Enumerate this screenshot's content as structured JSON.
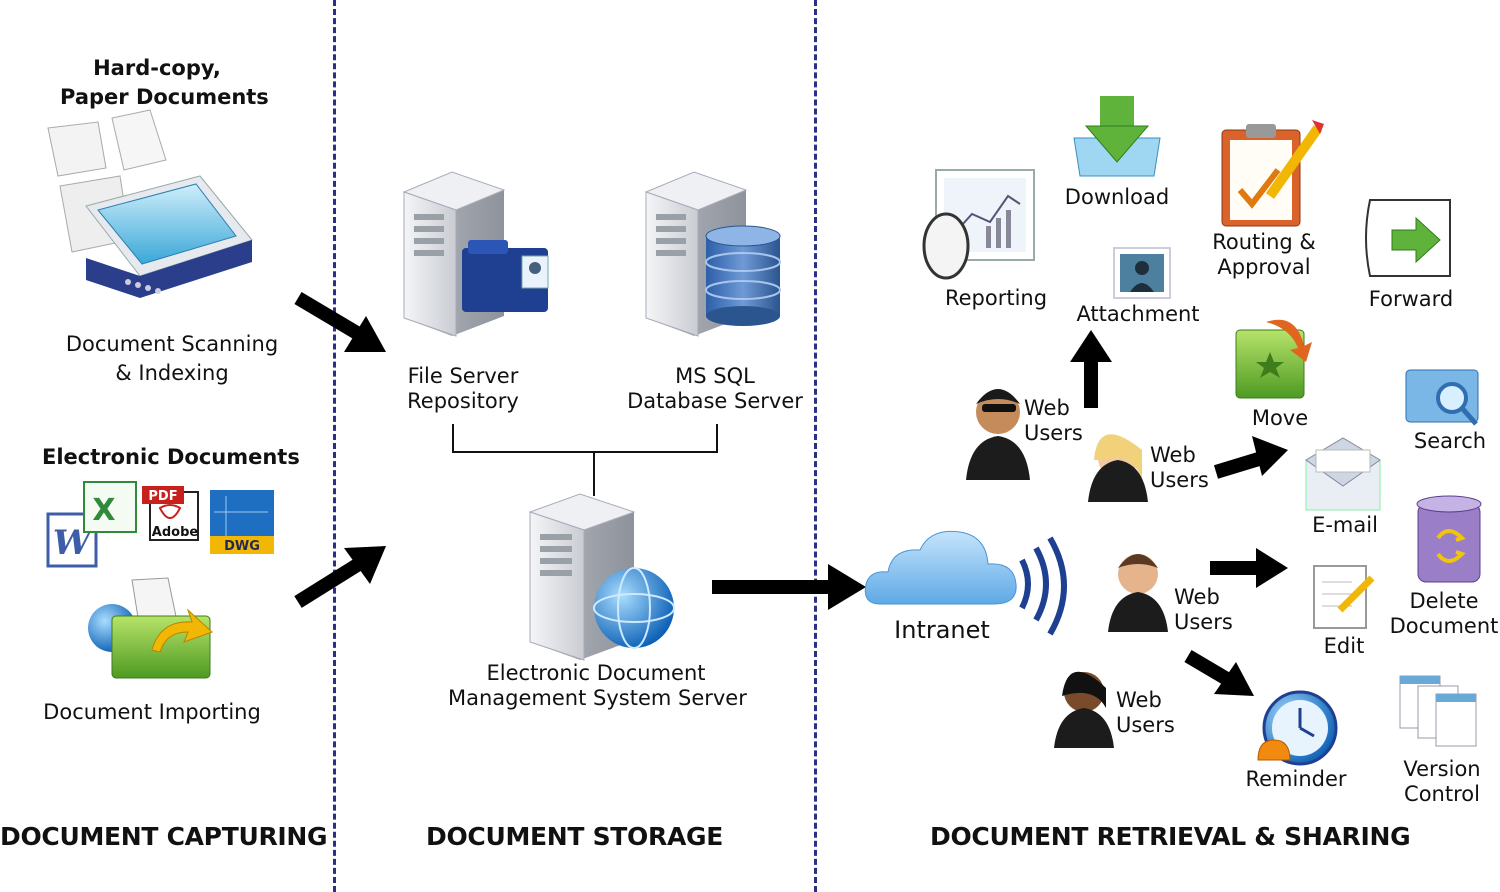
{
  "sections": {
    "capturing": "DOCUMENT CAPTURING",
    "storage": "DOCUMENT STORAGE",
    "retrieval": "DOCUMENT RETRIEVAL & SHARING"
  },
  "capturing": {
    "paper_title": [
      "Hard-copy,",
      "Paper Documents"
    ],
    "scanning": [
      "Document Scanning",
      "& Indexing"
    ],
    "electronic_title": "Electronic Documents",
    "file_badges": {
      "pdf": "PDF",
      "adobe": "Adobe",
      "dwg": "DWG",
      "word": "W",
      "excel": "X"
    },
    "importing": "Document Importing"
  },
  "storage": {
    "file_server": [
      "File Server",
      "Repository"
    ],
    "sql_server": [
      "MS SQL",
      "Database Server"
    ],
    "edms_server": [
      "Electronic Document",
      "Management System Server"
    ]
  },
  "retrieval": {
    "intranet": "Intranet",
    "web_users": [
      "Web",
      "Users"
    ],
    "features": {
      "download": "Download",
      "reporting": "Reporting",
      "routing": [
        "Routing &",
        "Approval"
      ],
      "forward": "Forward",
      "attachment": "Attachment",
      "move": "Move",
      "search": "Search",
      "email": "E-mail",
      "delete": [
        "Delete",
        "Document"
      ],
      "edit": "Edit",
      "reminder": "Reminder",
      "version": [
        "Version",
        "Control"
      ]
    }
  },
  "colors": {
    "divider": "#2b2f8a",
    "server_gray": "#d9dbe0",
    "folder_blue": "#1f3f91",
    "db_blue": "#4f7fc4",
    "cloud_blue": "#8ec4ef",
    "arrow": "#000000",
    "green": "#5fb23a",
    "pdf_red": "#c8201c",
    "dwg_blue": "#1e6fc2",
    "dwg_yellow": "#f2b705"
  }
}
